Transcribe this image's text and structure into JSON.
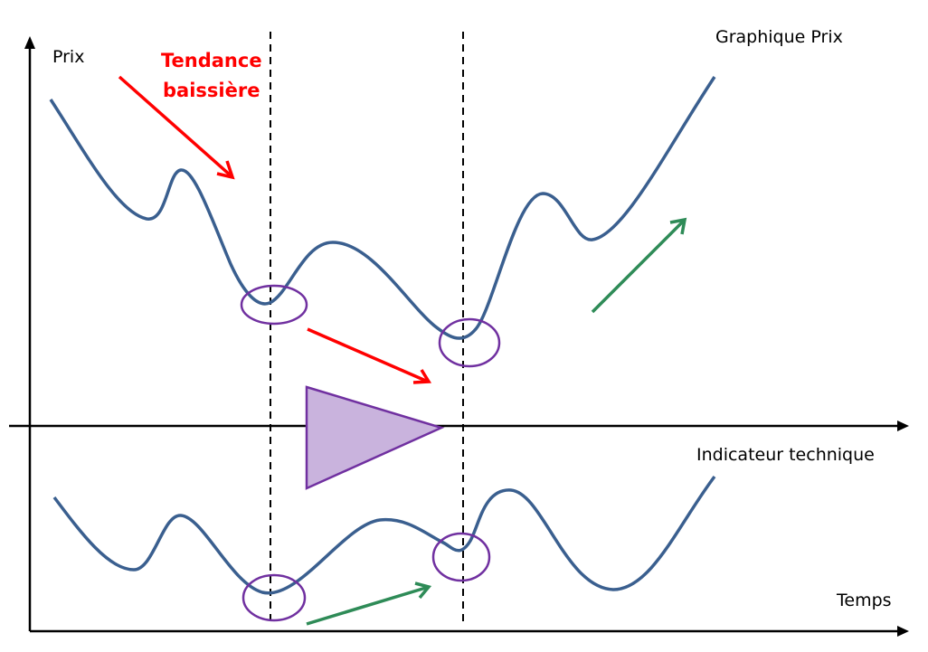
{
  "diagram": {
    "price_axis_label": "Prix",
    "trend_label_line1": "Tendance",
    "trend_label_line2": "baissière",
    "price_chart_title": "Graphique Prix",
    "indicator_title": "Indicateur technique",
    "time_axis_label": "Temps",
    "colors": {
      "curve": "#3a5f8f",
      "bearish_arrow": "#ff0000",
      "bullish_arrow": "#2e8b57",
      "highlight": "#7030a0",
      "triangle_fill": "#c9b3dd",
      "axis": "#000000"
    }
  },
  "chart_data": {
    "type": "line",
    "title": "Divergence haussière: Prix vs Indicateur technique",
    "xlabel": "Temps",
    "ylabel": "Prix",
    "series": [
      {
        "name": "Graphique Prix",
        "trend_between_markers": "lower low (bearish)"
      },
      {
        "name": "Indicateur technique",
        "trend_between_markers": "higher low (bullish)"
      }
    ],
    "annotations": [
      "Tendance baissière",
      "divergence marker (triangle)",
      "vertical dashed lines at two lows"
    ]
  }
}
